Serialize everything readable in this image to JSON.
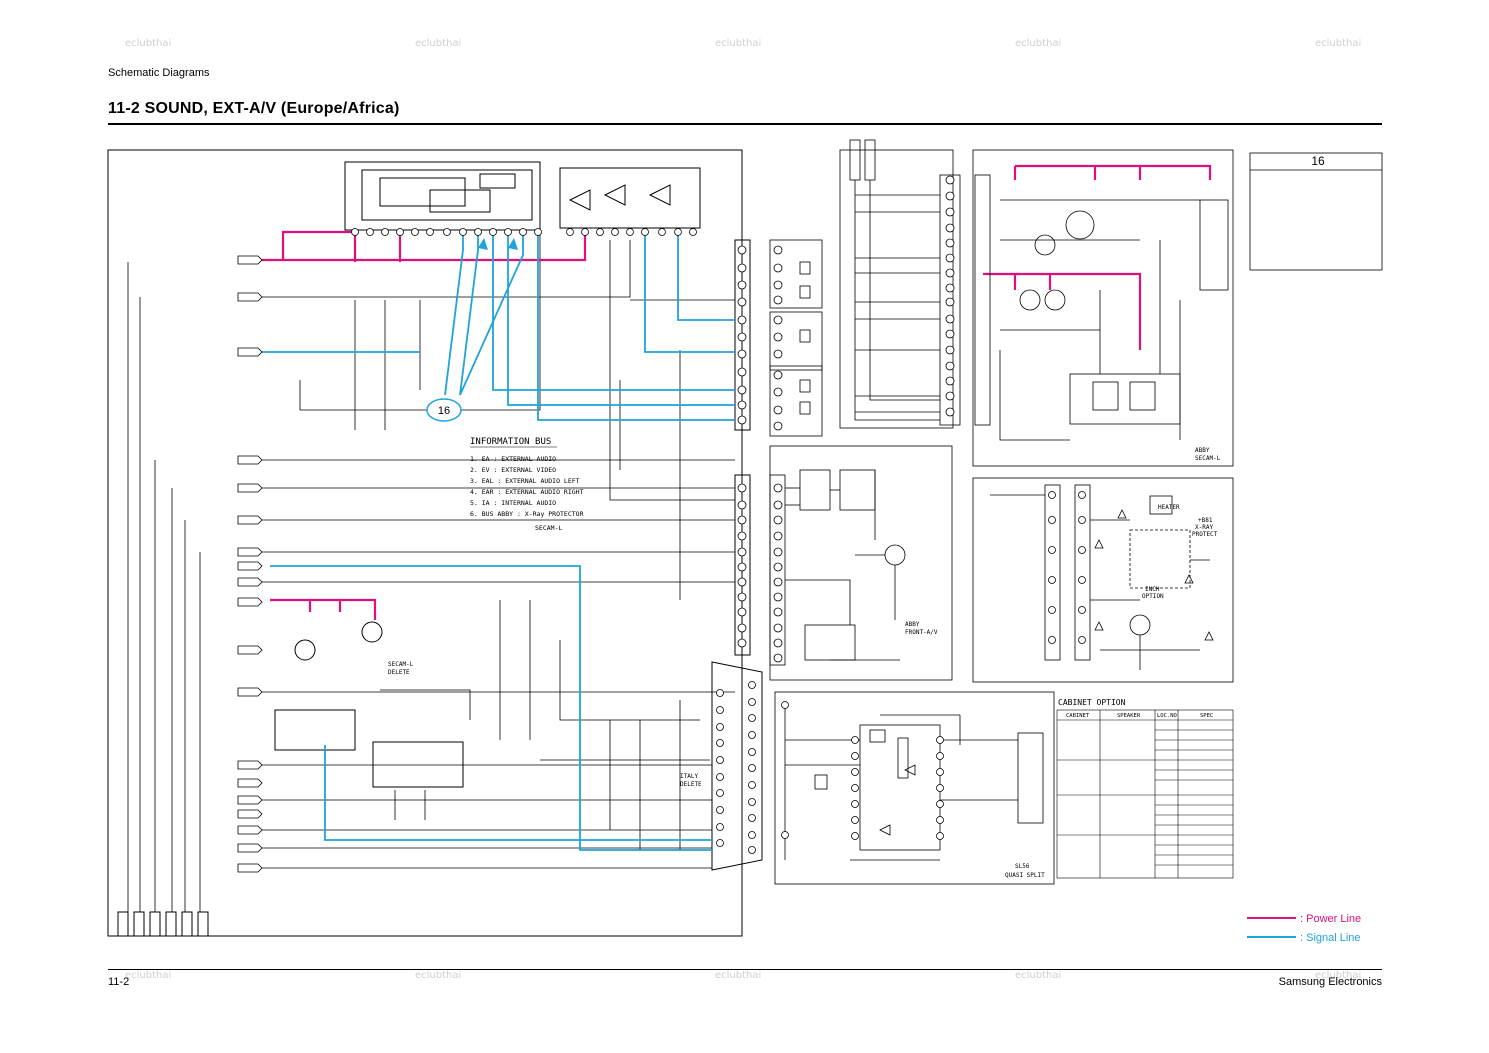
{
  "header": {
    "section_label": "Schematic Diagrams",
    "title": "11-2 SOUND, EXT-A/V (Europe/Africa)"
  },
  "footer": {
    "page_number": "11-2",
    "company": "Samsung Electronics"
  },
  "watermark": "eclubthai",
  "callout": {
    "label": "16",
    "index_box_label": "16"
  },
  "information_bus": {
    "title": "INFORMATION BUS",
    "lines": [
      "1. EA : EXTERNAL AUDIO",
      "2. EV : EXTERNAL VIDEO",
      "3. EAL : EXTERNAL AUDIO LEFT",
      "4. EAR : EXTERNAL AUDIO RIGHT",
      "5. IA : INTERNAL AUDIO",
      "6. BUS ABBY : X-Ray PROTECTOR",
      "SECAM-L"
    ]
  },
  "cabinet_option": {
    "title": "CABINET OPTION",
    "headers": [
      "CABINET",
      "SPEAKER",
      "LOC.NO",
      "SPEC"
    ]
  },
  "block_labels": {
    "abby_front": [
      "ABBY",
      "FRONT-A/V"
    ],
    "abby_right": [
      "ABBY",
      "SECAM-L"
    ],
    "quasi": [
      "SL56",
      "QUASI SPLIT"
    ],
    "heater": "HEATER",
    "xray": [
      "+B81",
      "X-RAY",
      "PROTECT"
    ],
    "inch_option": [
      "INCH",
      "OPTION"
    ],
    "secam_delete": [
      "SECAM-L",
      "DELETE"
    ],
    "italy_delete": [
      "ITALY",
      "DELETE"
    ]
  },
  "legend": {
    "items": [
      {
        "label": ": Power Line",
        "color": "#e0107a"
      },
      {
        "label": ": Signal Line",
        "color": "#1ea3dc"
      }
    ]
  },
  "colors": {
    "power": "#e0107a",
    "signal": "#1ea3dc",
    "ink": "#000000"
  }
}
